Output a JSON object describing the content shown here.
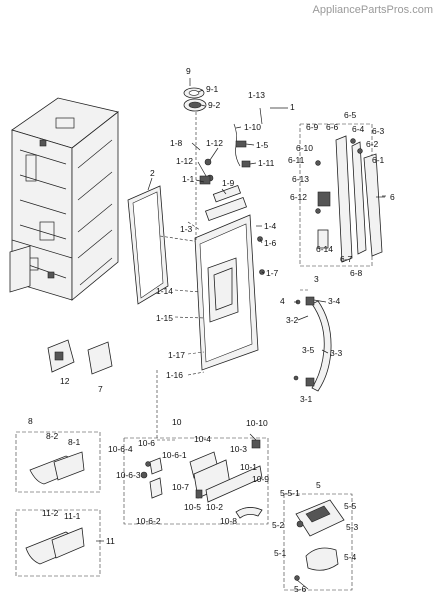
{
  "watermark": "AppliancePartsPros.com",
  "labels": {
    "l9": "9",
    "l9_1": "9-1",
    "l9_2": "9-2",
    "l1_13": "1-13",
    "l1": "1",
    "l1_10": "1-10",
    "l1_8": "1-8",
    "l1_12a": "1-12",
    "l1_5": "1-5",
    "l1_12b": "1-12",
    "l1_11": "1-11",
    "l1_1": "1-1",
    "l1_9": "1-9",
    "l2": "2",
    "l1_3": "1-3",
    "l1_4": "1-4",
    "l1_6": "1-6",
    "l1_7": "1-7",
    "l1_14": "1-14",
    "l1_15": "1-15",
    "l1_17": "1-17",
    "l1_16": "1-16",
    "l6_5": "6-5",
    "l6_9": "6-9",
    "l6_6": "6-6",
    "l6_4": "6-4",
    "l6_3": "6-3",
    "l6_10": "6-10",
    "l6_2": "6-2",
    "l6_11": "6-11",
    "l6_1": "6-1",
    "l6_13": "6-13",
    "l6_12": "6-12",
    "l6": "6",
    "l6_14": "6-14",
    "l6_7": "6-7",
    "l6_8": "6-8",
    "l3": "3",
    "l4": "4",
    "l3_4": "3-4",
    "l3_2": "3-2",
    "l3_5": "3-5",
    "l3_3": "3-3",
    "l3_1": "3-1",
    "l12": "12",
    "l7": "7",
    "l10": "10",
    "l10_10": "10-10",
    "l10_4": "10-4",
    "l10_6": "10-6",
    "l10_6_4": "10-6-4",
    "l10_6_1": "10-6-1",
    "l10_3": "10-3",
    "l10_6_3": "10-6-3",
    "l10_1": "10-1",
    "l10_9": "10-9",
    "l10_7": "10-7",
    "l10_5": "10-5",
    "l10_2": "10-2",
    "l10_8": "10-8",
    "l10_6_2": "10-6-2",
    "l8": "8",
    "l8_2": "8-2",
    "l8_1": "8-1",
    "l11_2": "11-2",
    "l11_1": "11-1",
    "l11": "11",
    "l5": "5",
    "l5_5_1": "5-5-1",
    "l5_5": "5-5",
    "l5_2": "5-2",
    "l5_3": "5-3",
    "l5_1": "5-1",
    "l5_4": "5-4",
    "l5_6": "5-6"
  }
}
